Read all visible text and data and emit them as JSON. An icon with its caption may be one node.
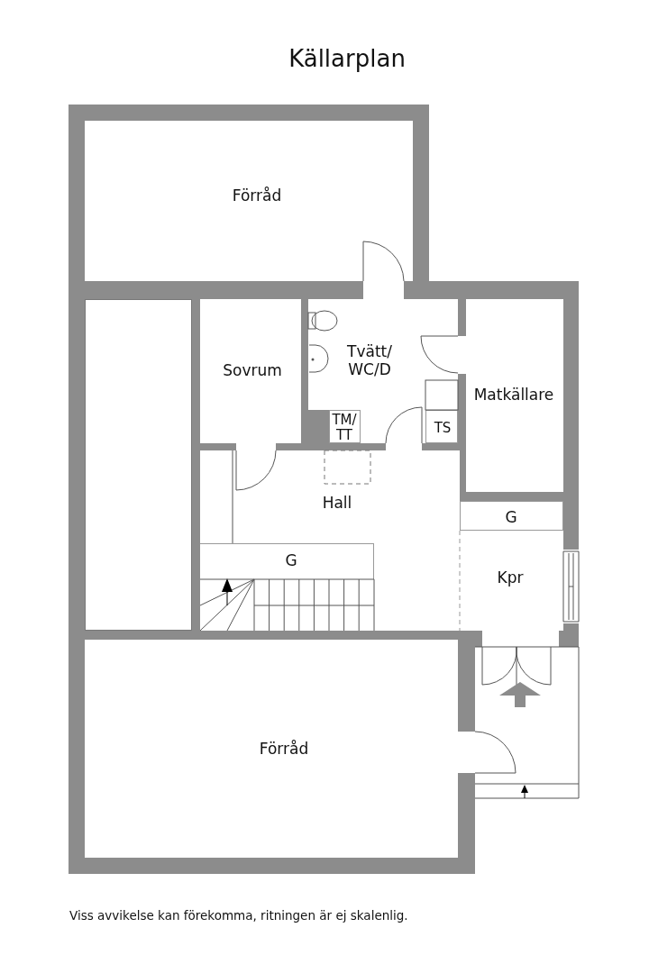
{
  "diagram": {
    "title": "Källarplan",
    "caption": "Viss avvikelse kan förekomma, ritningen är ej skalenlig.",
    "nodes": [
      {
        "text": [
          "Förråd"
        ]
      },
      {
        "text": [],
        "shape": "box"
      },
      {
        "text": [
          "Sovrum"
        ]
      },
      {
        "text": [
          "Tvätt/ WC/D"
        ]
      },
      {
        "text": [
          "TM/ TT"
        ],
        "in": 3
      },
      {
        "text": [
          "TS"
        ],
        "in": 3
      },
      {
        "text": [
          "Matkällare"
        ]
      },
      {
        "text": [
          "Hall"
        ]
      },
      {
        "text": [
          "G"
        ],
        "in": 7
      },
      {
        "text": [
          "G"
        ]
      },
      {
        "text": [
          "Kpr"
        ]
      },
      {
        "text": [
          "Förråd"
        ]
      }
    ]
  }
}
